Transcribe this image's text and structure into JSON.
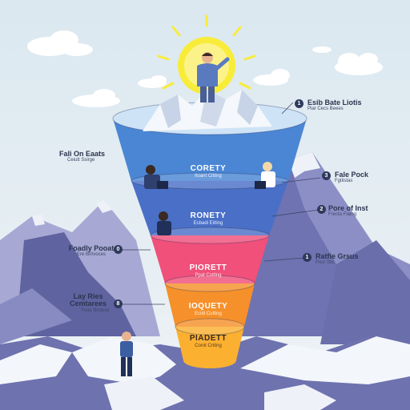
{
  "funnel": {
    "tiers": [
      {
        "title": "CORETY",
        "subtitle": "Itoant Citting",
        "color": "#4a86d4"
      },
      {
        "title": "RONETY",
        "subtitle": "Ecbadi Eitting",
        "color": "#4a6fc6"
      },
      {
        "title": "PIORETT",
        "subtitle": "Ppat Cutting",
        "color": "#f0507a"
      },
      {
        "title": "IOQUETY",
        "subtitle": "Eciid Cutting",
        "color": "#f6902a"
      },
      {
        "title": "PIADETT",
        "subtitle": "Corot Cnting",
        "color": "#fbb030"
      }
    ]
  },
  "labels": {
    "right": [
      {
        "badge": "1",
        "title": "Esib Bate Liotis",
        "subtitle": "Piar Cecs Beees"
      },
      {
        "badge": "3",
        "title": "Fale Pock",
        "subtitle": "Fgtiistas"
      },
      {
        "badge": "2",
        "title": "Pore of Inst",
        "subtitle": "Frecta Flaing"
      },
      {
        "badge": "1",
        "title": "Ratfie Grsus",
        "subtitle": "Pocr Stic"
      }
    ],
    "left": [
      {
        "badge": "",
        "title": "Fali On Eaats",
        "subtitle": "Ceiutt Ssirge"
      },
      {
        "badge": "0",
        "title": "Foadly Pooat",
        "subtitle": "Ere Brrivoces"
      },
      {
        "badge": "8",
        "title": "Lay Ries Cemtarees",
        "subtitle": "Fuas Brriiese"
      }
    ]
  },
  "colors": {
    "sun": "#f8ec3a",
    "mountain": "#7a7eb8",
    "snow": "#f4f7fb",
    "sky": "#dbe8f0"
  },
  "icons": [
    "sun-icon",
    "person-figure",
    "cloud-icon",
    "mountain-icon",
    "snow-peak-icon"
  ]
}
